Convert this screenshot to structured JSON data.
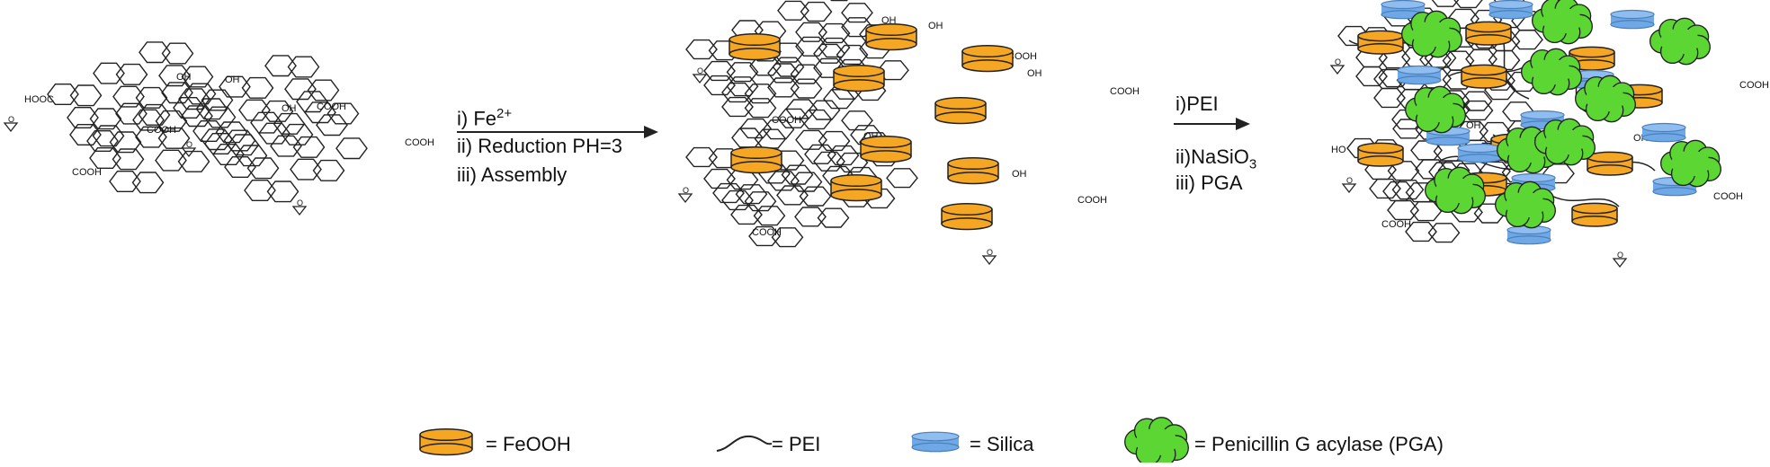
{
  "groups": {
    "cooh": "COOH",
    "hooc": "HOOC",
    "oh": "OH",
    "ho": "HO"
  },
  "steps": {
    "step1": {
      "line1_prefix": "i) Fe",
      "line1_sup": "2+",
      "line2": "ii) Reduction PH=3",
      "line3": "iii) Assembly"
    },
    "step2": {
      "line1": "i)PEI",
      "line2_prefix": "ii)NaSiO",
      "line2_sub": "3",
      "line3": "iii) PGA"
    }
  },
  "legend": {
    "feooh": "= FeOOH",
    "pei": "= PEI",
    "silica": "= Silica",
    "pga": "= Penicillin G acylase (PGA)"
  },
  "colors": {
    "feooh": "#F5A623",
    "silica": "#6FA8E6",
    "pga": "#5CD632",
    "line": "#222222"
  }
}
